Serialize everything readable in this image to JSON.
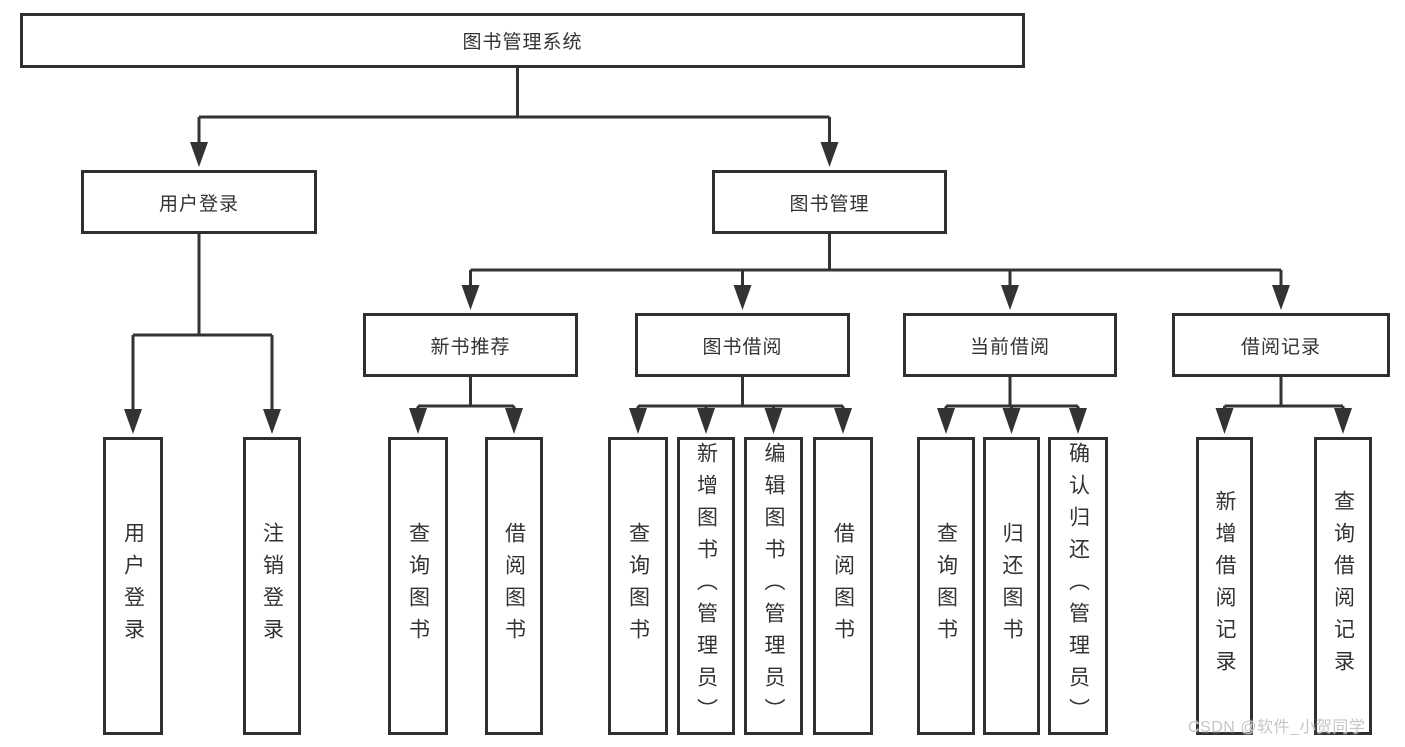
{
  "root": {
    "label": "图书管理系统"
  },
  "level2": [
    {
      "label": "用户登录"
    },
    {
      "label": "图书管理"
    }
  ],
  "level3": [
    {
      "label": "新书推荐"
    },
    {
      "label": "图书借阅"
    },
    {
      "label": "当前借阅"
    },
    {
      "label": "借阅记录"
    }
  ],
  "leaves": {
    "user_login": [
      {
        "label": "用户登录"
      },
      {
        "label": "注销登录"
      }
    ],
    "new_book_recommend": [
      {
        "label": "查询图书"
      },
      {
        "label": "借阅图书"
      }
    ],
    "book_borrow": [
      {
        "label": "查询图书"
      },
      {
        "label": "新增图书（管理员）"
      },
      {
        "label": "编辑图书（管理员）"
      },
      {
        "label": "借阅图书"
      }
    ],
    "current_borrow": [
      {
        "label": "查询图书"
      },
      {
        "label": "归还图书"
      },
      {
        "label": "确认归还（管理员）"
      }
    ],
    "borrow_records": [
      {
        "label": "新增借阅记录"
      },
      {
        "label": "查询借阅记录"
      }
    ]
  },
  "watermark": "CSDN @软件_小贺同学",
  "colors": {
    "line": "#333333",
    "box_border": "#2f2f2f",
    "text": "#333333",
    "watermark": "#c6c6c6",
    "background": "#ffffff"
  }
}
